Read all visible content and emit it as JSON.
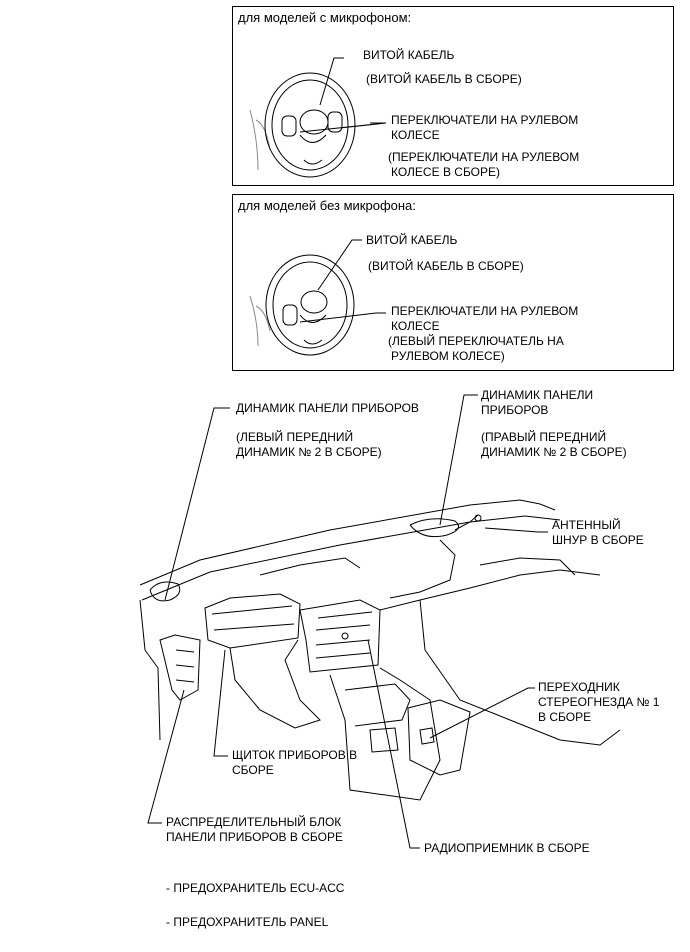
{
  "box1": {
    "title": "для моделей с микрофоном:",
    "cable": "ВИТОЙ КАБЕЛЬ",
    "cable_assy": "(ВИТОЙ КАБЕЛЬ В СБОРЕ)",
    "switch_l1": "ПЕРЕКЛЮЧАТЕЛИ НА РУЛЕВОМ",
    "switch_l2": "КОЛЕСЕ",
    "switch_assy_l1": "(ПЕРЕКЛЮЧАТЕЛИ НА РУЛЕВОМ",
    "switch_assy_l2": "КОЛЕСЕ В СБОРЕ)"
  },
  "box2": {
    "title": "для моделей без микрофона:",
    "cable": "ВИТОЙ КАБЕЛЬ",
    "cable_assy": "(ВИТОЙ КАБЕЛЬ В СБОРЕ)",
    "switch_l1": "ПЕРЕКЛЮЧАТЕЛИ НА РУЛЕВОМ",
    "switch_l2": "КОЛЕСЕ",
    "switch_assy_l1": "(ЛЕВЫЙ ПЕРЕКЛЮЧАТЕЛЬ НА",
    "switch_assy_l2": "РУЛЕВОМ КОЛЕСЕ)"
  },
  "labels": {
    "left_speaker": "ДИНАМИК ПАНЕЛИ ПРИБОРОВ",
    "left_speaker_assy_l1": "(ЛЕВЫЙ ПЕРЕДНИЙ",
    "left_speaker_assy_l2": "ДИНАМИК № 2 В СБОРЕ)",
    "right_speaker_l1": "ДИНАМИК ПАНЕЛИ",
    "right_speaker_l2": "ПРИБОРОВ",
    "right_speaker_assy_l1": "(ПРАВЫЙ ПЕРЕДНИЙ",
    "right_speaker_assy_l2": "ДИНАМИК № 2 В СБОРЕ)",
    "antenna_l1": "АНТЕННЫЙ",
    "antenna_l2": "ШНУР В СБОРЕ",
    "stereo_l1": "ПЕРЕХОДНИК",
    "stereo_l2": "СТЕРЕОГНЕЗДА № 1",
    "stereo_l3": "В СБОРЕ",
    "cluster_l1": "ЩИТОК ПРИБОРОВ В",
    "cluster_l2": "СБОРЕ",
    "junction_l1": "РАСПРЕДЕЛИТЕЛЬНЫЙ БЛОК",
    "junction_l2": "ПАНЕЛИ ПРИБОРОВ В СБОРЕ",
    "radio": "РАДИОПРИЕМНИК В СБОРЕ",
    "fuse1": "- ПРЕДОХРАНИТЕЛЬ ECU-ACC",
    "fuse2": "- ПРЕДОХРАНИТЕЛЬ PANEL"
  }
}
